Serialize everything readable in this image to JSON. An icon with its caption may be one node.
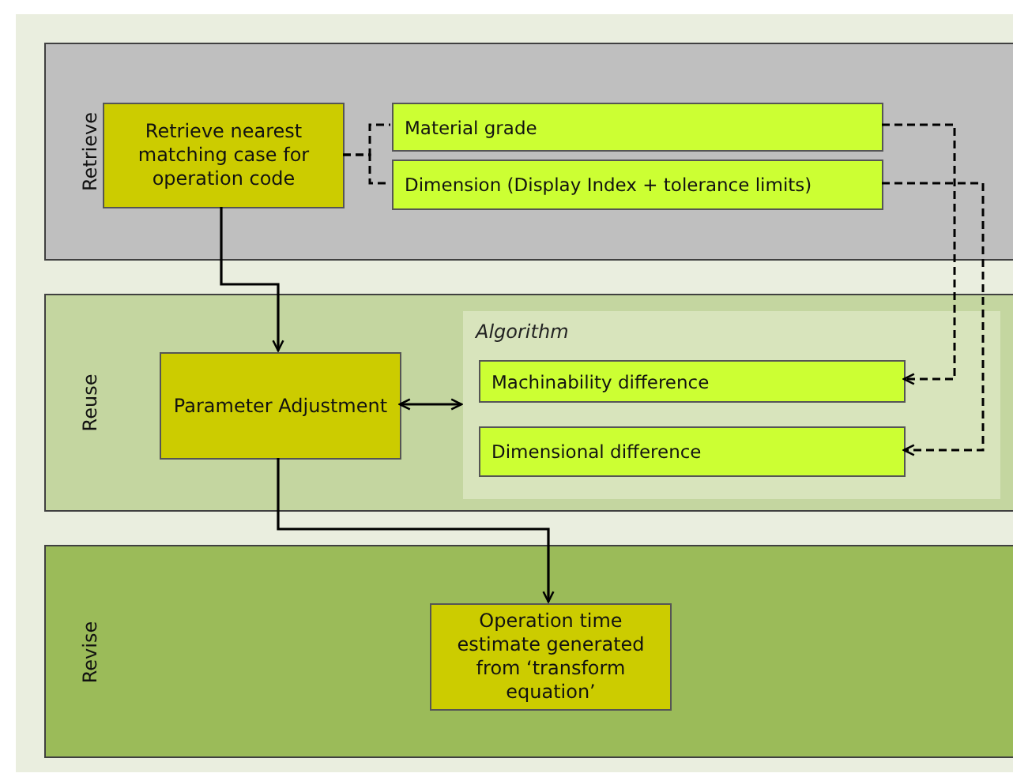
{
  "diagram": {
    "nodes": [
      {
        "text": [
          "Retrieve"
        ]
      },
      {
        "text": [
          "Retrieve nearest matching case for operation code"
        ],
        "in": 0
      },
      {
        "text": [
          "Material grade"
        ],
        "in": 0
      },
      {
        "text": [
          "Dimension (Display Index + tolerance limits)"
        ],
        "in": 0
      },
      {
        "text": [
          "Reuse"
        ]
      },
      {
        "text": [
          "Parameter Adjustment"
        ],
        "in": 4
      },
      {
        "text": [
          "Algorithm"
        ],
        "in": 4
      },
      {
        "text": [
          "Machinability difference"
        ],
        "in": 6
      },
      {
        "text": [
          "Dimensional difference"
        ],
        "in": 6
      },
      {
        "text": [
          "Revise"
        ]
      },
      {
        "text": [
          "Operation time estimate generated from ‘transform equation’"
        ],
        "in": 9
      }
    ],
    "edges": [
      {
        "from": 1,
        "to": 2,
        "arrow": "none",
        "style": "dashed"
      },
      {
        "from": 1,
        "to": 3,
        "arrow": "none",
        "style": "dashed"
      },
      {
        "from": 1,
        "to": 5,
        "arrow": "to"
      },
      {
        "from": 5,
        "to": 6,
        "arrow": "both"
      },
      {
        "from": 2,
        "to": 7,
        "arrow": "to",
        "style": "dashed"
      },
      {
        "from": 3,
        "to": 8,
        "arrow": "to",
        "style": "dashed"
      },
      {
        "from": 5,
        "to": 10,
        "arrow": "to"
      }
    ]
  }
}
